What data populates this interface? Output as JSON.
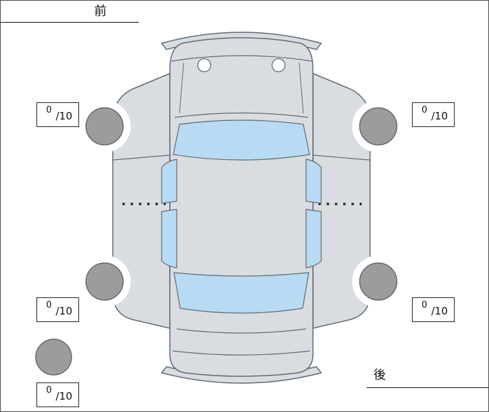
{
  "labels": {
    "front": "前",
    "rear": "後"
  },
  "scores": {
    "front_left": {
      "value": "0",
      "denom": "/10"
    },
    "front_right": {
      "value": "0",
      "denom": "/10"
    },
    "rear_left": {
      "value": "0",
      "denom": "/10"
    },
    "rear_right": {
      "value": "0",
      "denom": "/10"
    },
    "spare": {
      "value": "0",
      "denom": "/10"
    }
  },
  "colors": {
    "body": "#d9dde1",
    "glass": "#b7dbf2",
    "tire": "#9c9c9c",
    "outline": "#5f6a72",
    "background": "#ffffff"
  }
}
